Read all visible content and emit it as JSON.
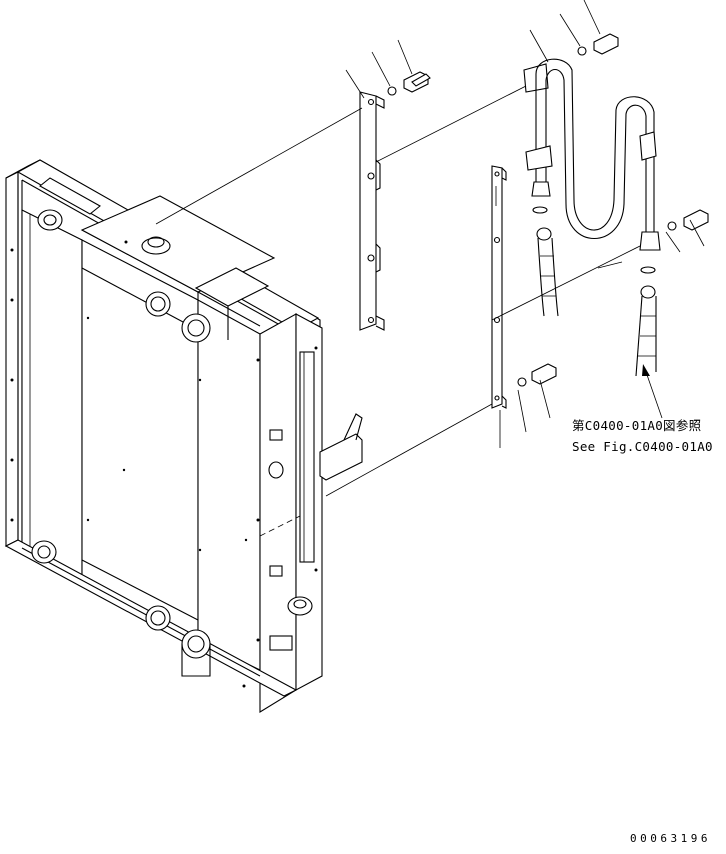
{
  "notes": {
    "ref_jp": "第C0400-01A0図参照",
    "ref_en": "See Fig.C0400-01A0"
  },
  "drawing_code": "00063196",
  "colors": {
    "line": "#000000",
    "background": "#ffffff"
  }
}
